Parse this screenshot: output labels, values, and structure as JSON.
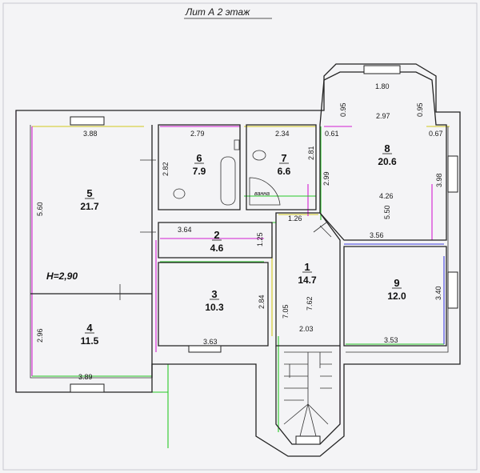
{
  "title": "Лит А      2 этаж",
  "ceiling_height": "H=2,90",
  "bath_label": "ванна",
  "rooms": [
    {
      "number": "1",
      "area": "14.7"
    },
    {
      "number": "2",
      "area": "4.6"
    },
    {
      "number": "3",
      "area": "10.3"
    },
    {
      "number": "4",
      "area": "11.5"
    },
    {
      "number": "5",
      "area": "21.7"
    },
    {
      "number": "6",
      "area": "7.9"
    },
    {
      "number": "7",
      "area": "6.6"
    },
    {
      "number": "8",
      "area": "20.6"
    },
    {
      "number": "9",
      "area": "12.0"
    }
  ],
  "dims": {
    "d388": "3.88",
    "d560": "5.60",
    "d296": "2.96",
    "d389": "3.89",
    "d279": "2.79",
    "d282": "2.82",
    "d234": "2.34",
    "d281": "2.81",
    "d364": "3.64",
    "d125": "1.25",
    "d126": "1.26",
    "d284": "2.84",
    "d363": "3.63",
    "d705": "7.05",
    "d762": "7.62",
    "d203": "2.03",
    "d180": "1.80",
    "d095a": "0.95",
    "d095b": "0.95",
    "d297": "2.97",
    "d061": "0.61",
    "d067": "0.67",
    "d299": "2.99",
    "d398": "3.98",
    "d426": "4.26",
    "d550": "5.50",
    "d356": "3.56",
    "d340": "3.40",
    "d353": "3.53"
  },
  "colors": {
    "wall": "#222222",
    "green": "#28c828",
    "magenta": "#d21ed2",
    "blue": "#3c3cdc",
    "yellow": "#d2c81e"
  }
}
